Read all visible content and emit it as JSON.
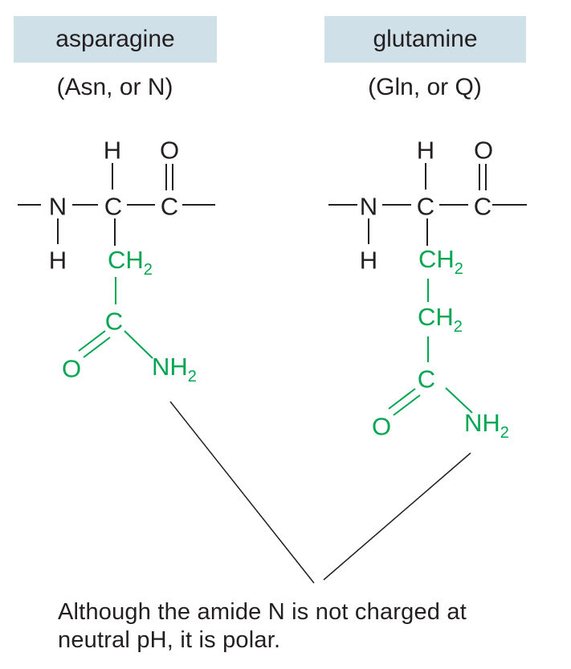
{
  "colors": {
    "header_bg": "#cfe0e8",
    "bond_black": "#231f20",
    "side_chain_green": "#00a651"
  },
  "panels": [
    {
      "title": "asparagine",
      "abbreviation": "(Asn, or N)",
      "atoms": {
        "h_top": "H",
        "o_top": "O",
        "n": "N",
        "c_alpha": "C",
        "c_carbonyl": "C",
        "h_amide": "H",
        "ch2": "CH",
        "ch2_sub": "2",
        "c_side": "C",
        "o_side": "O",
        "nh2": "NH",
        "nh2_sub": "2"
      }
    },
    {
      "title": "glutamine",
      "abbreviation": "(Gln, or Q)",
      "atoms": {
        "h_top": "H",
        "o_top": "O",
        "n": "N",
        "c_alpha": "C",
        "c_carbonyl": "C",
        "h_amide": "H",
        "ch2_1": "CH",
        "ch2_1_sub": "2",
        "ch2_2": "CH",
        "ch2_2_sub": "2",
        "c_side": "C",
        "o_side": "O",
        "nh2": "NH",
        "nh2_sub": "2"
      }
    }
  ],
  "caption": {
    "line1": "Although the amide N is not charged at",
    "line2": "neutral pH, it is polar."
  }
}
